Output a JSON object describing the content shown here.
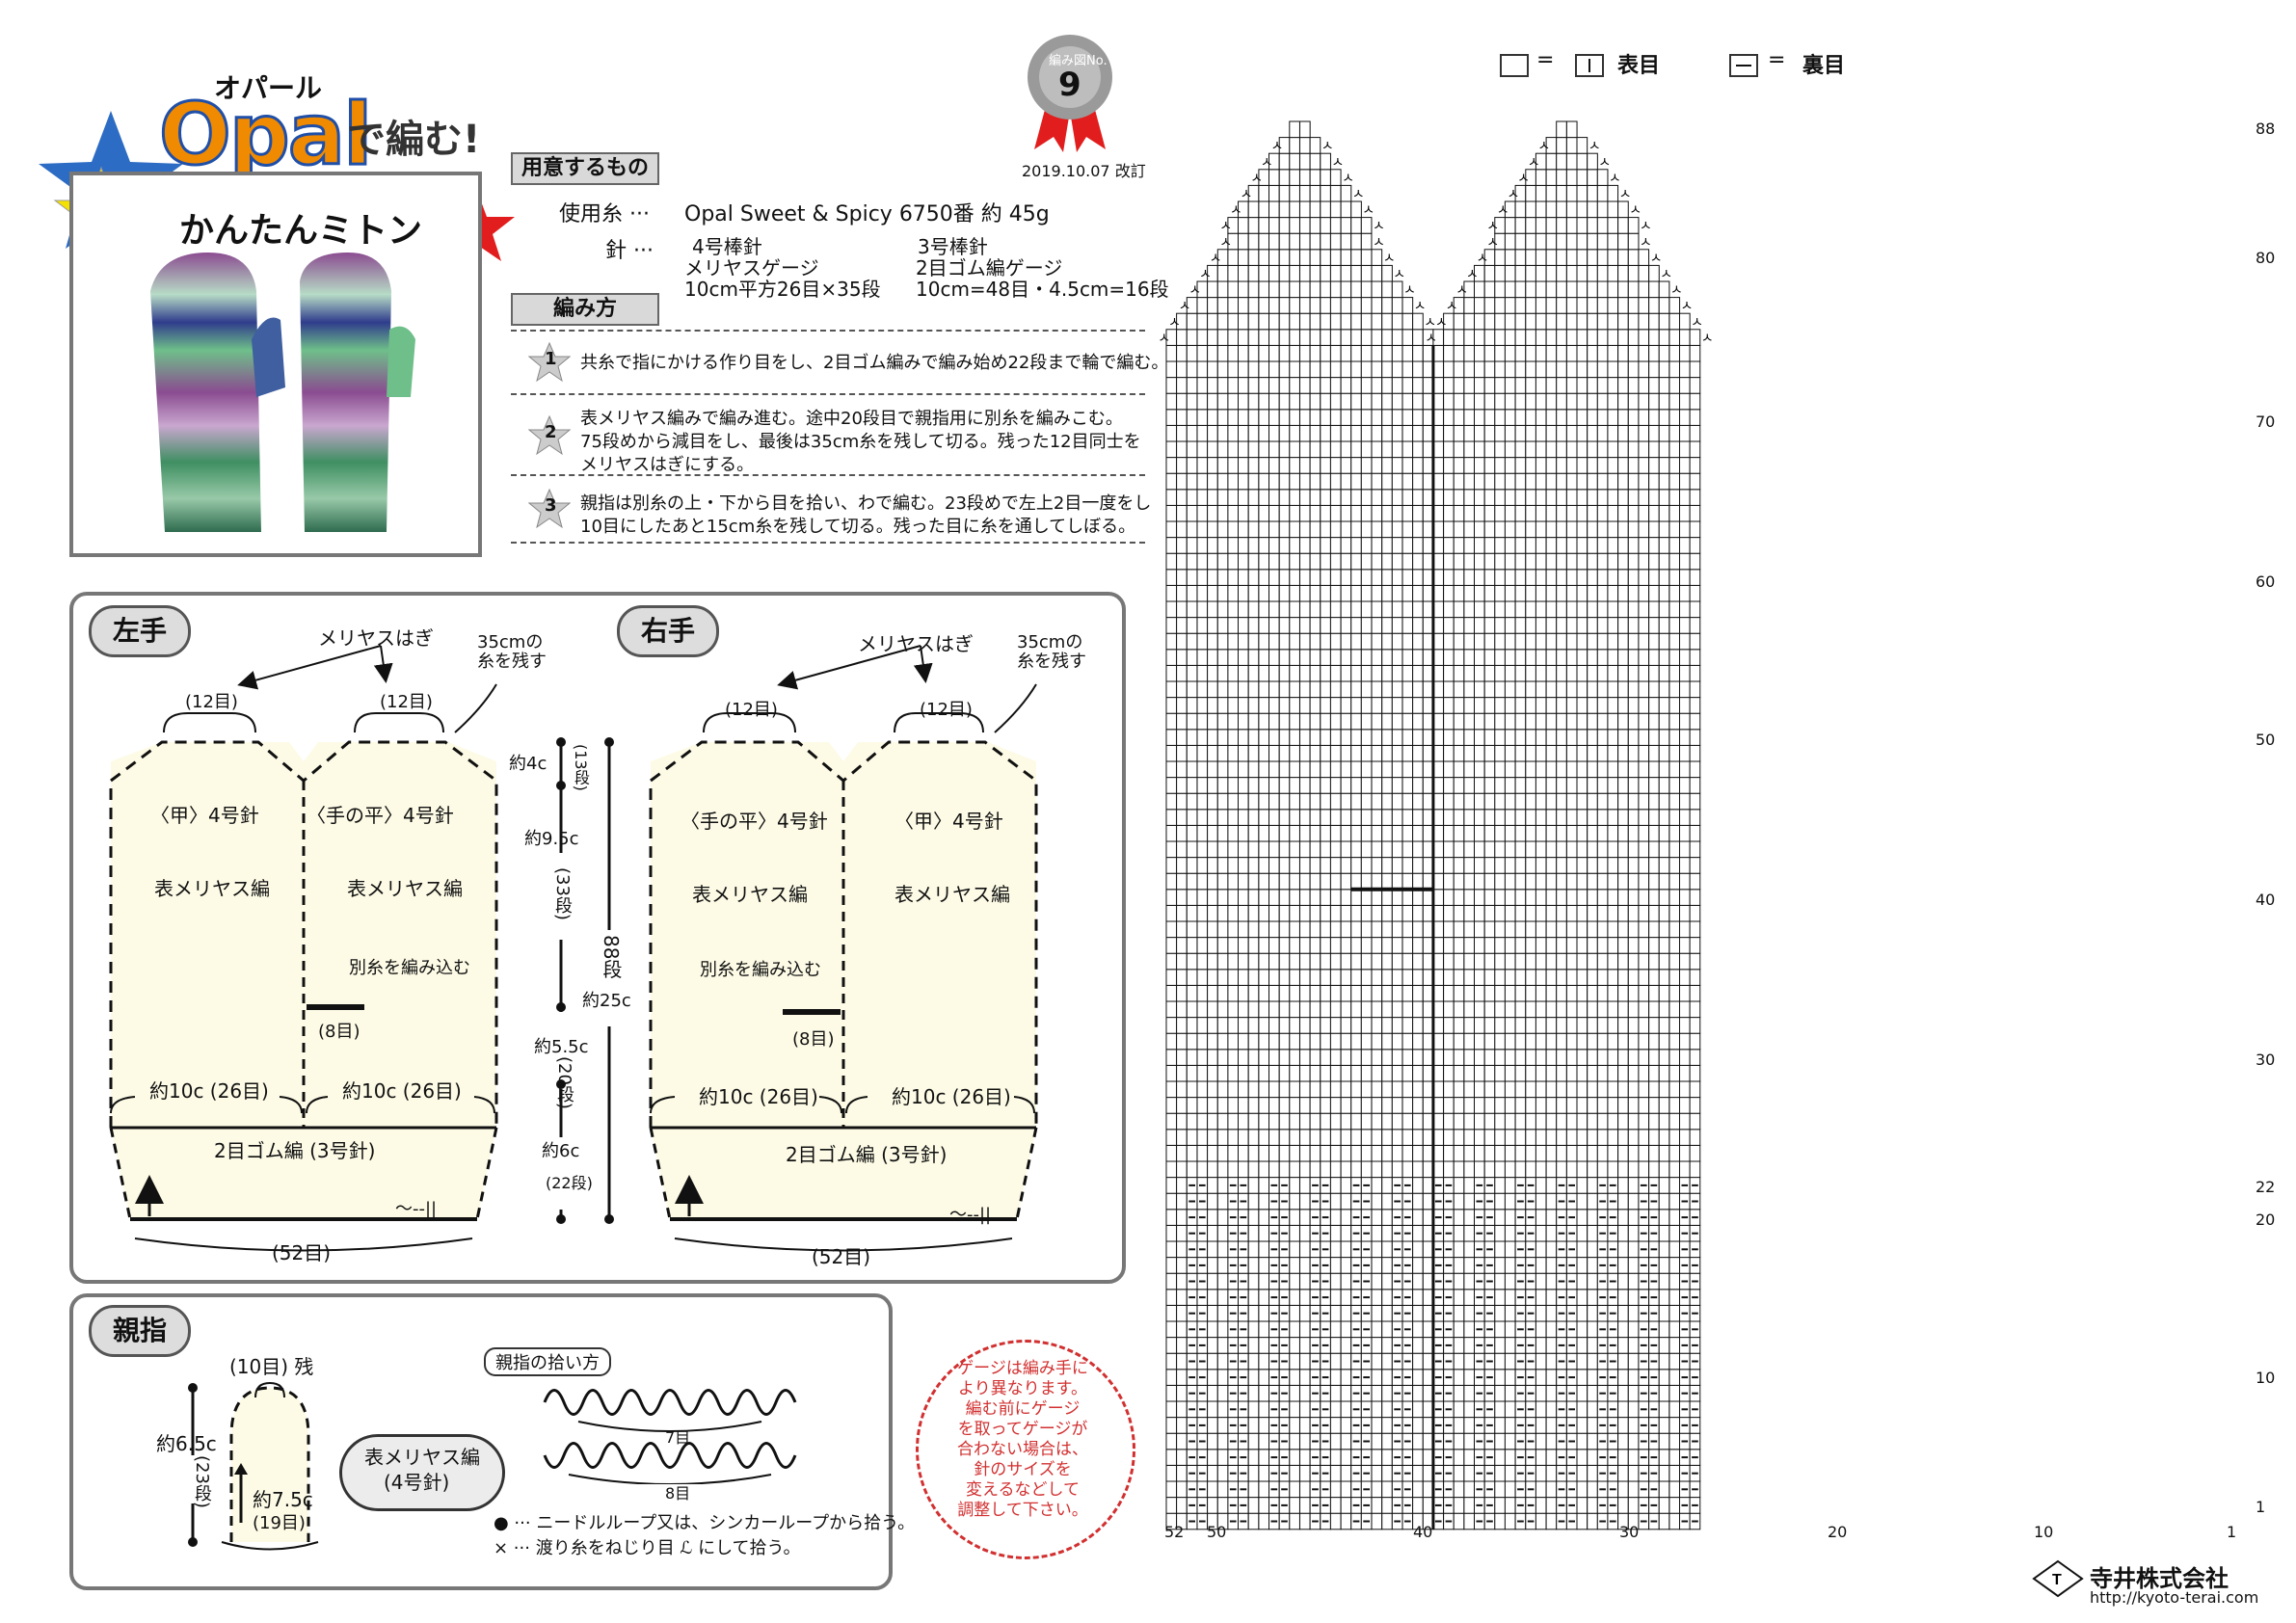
{
  "brand": {
    "kana": "オパール",
    "logo": "Opal",
    "logo_suffix": "で編む!",
    "title": "かんたんミトン",
    "seal_label": "編み図No.",
    "seal_number": "9",
    "revision": "2019.10.07 改訂"
  },
  "materials": {
    "heading": "用意するもの",
    "yarn_label": "使用糸 ···",
    "yarn_value": "Opal  Sweet & Spicy 6750番  約 45g",
    "needle_label": "針 ···",
    "needle1_name": "4号棒針",
    "needle1_gauge_title": "メリヤスゲージ",
    "needle1_gauge": "10cm平方26目×35段",
    "needle2_name": "3号棒針",
    "needle2_gauge_title": "2目ゴム編ゲージ",
    "needle2_gauge": "10cm=48目・4.5cm=16段"
  },
  "method": {
    "heading": "編み方",
    "steps": [
      {
        "num": "1",
        "lines": [
          "共糸で指にかける作り目をし、2目ゴム編みで編み始め22段まで輪で編む。"
        ]
      },
      {
        "num": "2",
        "lines": [
          "表メリヤス編みで編み進む。途中20段目で親指用に別糸を編みこむ。",
          "75段めから減目をし、最後は35cm糸を残して切る。残った12目同士を",
          "メリヤスはぎにする。"
        ]
      },
      {
        "num": "3",
        "lines": [
          "親指は別糸の上・下から目を拾い、わで編む。23段めで左上2目一度をし",
          "10目にしたあと15cm糸を残して切る。残った目に糸を通してしぼる。"
        ]
      }
    ]
  },
  "left_hand": {
    "label": "左手",
    "kitchener": "メリヤスはぎ",
    "leave_line1": "35cmの",
    "leave_line2": "糸を残す",
    "top_left": "(12目)",
    "top_right": "(12目)",
    "panel_left_title": "〈甲〉4号針",
    "panel_right_title": "〈手の平〉4号針",
    "stockinette_left": "表メリヤス編",
    "stockinette_right": "表メリヤス編",
    "waste_yarn": "別糸を編み込む",
    "waste_count": "(8目)",
    "width_left": "約10c (26目)",
    "width_right": "約10c (26目)",
    "rib": "2目ゴム編 (3号針)",
    "tilde": "〜--||",
    "bottom": "(52目)"
  },
  "right_hand": {
    "label": "右手",
    "kitchener": "メリヤスはぎ",
    "leave_line1": "35cmの",
    "leave_line2": "糸を残す",
    "top_left": "(12目)",
    "top_right": "(12目)",
    "panel_left_title": "〈手の平〉4号針",
    "panel_right_title": "〈甲〉4号針",
    "stockinette_left": "表メリヤス編",
    "stockinette_right": "表メリヤス編",
    "waste_yarn": "別糸を編み込む",
    "waste_count": "(8目)",
    "width_left": "約10c (26目)",
    "width_right": "約10c (26目)",
    "rib": "2目ゴム編 (3号針)",
    "tilde": "〜--||",
    "bottom": "(52目)"
  },
  "dims": {
    "d1": "約4c",
    "d1r": "(13段)",
    "d2": "約9.5c",
    "d2r": "(33段)",
    "total_rows": "88段",
    "total_len": "約25c",
    "d3": "約5.5c",
    "d3r": "(20段)",
    "d4": "約6c",
    "d4r": "(22段)"
  },
  "thumb": {
    "label": "親指",
    "top": "(10目) 残",
    "height": "約6.5c",
    "rows": "(23段)",
    "width": "約7.5c",
    "stitches": "(19目)",
    "oval_line1": "表メリヤス編",
    "oval_line2": "(4号針)",
    "pickup_title": "親指の拾い方",
    "count7": "7目",
    "count8": "8目",
    "note1": "● ··· ニードルループ又は、シンカーループから拾う。",
    "note2": "× ··· 渡り糸をねじり目 ℒ にして拾う。"
  },
  "gauge_note": [
    "ゲージは編み手に",
    "より異なります。",
    "編む前にゲージ",
    "を取ってゲージが",
    "合わない場合は、",
    "針のサイズを",
    "変えるなどして",
    "調整して下さい。"
  ],
  "chart": {
    "legend_eq1": "=",
    "legend_knit": "表目",
    "legend_eq2": "=",
    "legend_purl": "裏目",
    "row_labels": [
      "88",
      "80",
      "70",
      "60",
      "50",
      "40",
      "30",
      "22",
      "20",
      "10",
      "1"
    ],
    "col_labels": [
      "52",
      "50",
      "40",
      "30",
      "20",
      "10",
      "1"
    ],
    "cols": 52,
    "rows": 88,
    "rib_rows": 22
  },
  "company": {
    "name": "寺井株式会社",
    "url": "http://kyoto-terai.com"
  },
  "colors": {
    "panel_fill": "#fdfbe6",
    "star_blue": "#2d6cc4",
    "star_yellow": "#f5e100",
    "star_red": "#e11d1d",
    "gauge_red": "#d23030"
  }
}
